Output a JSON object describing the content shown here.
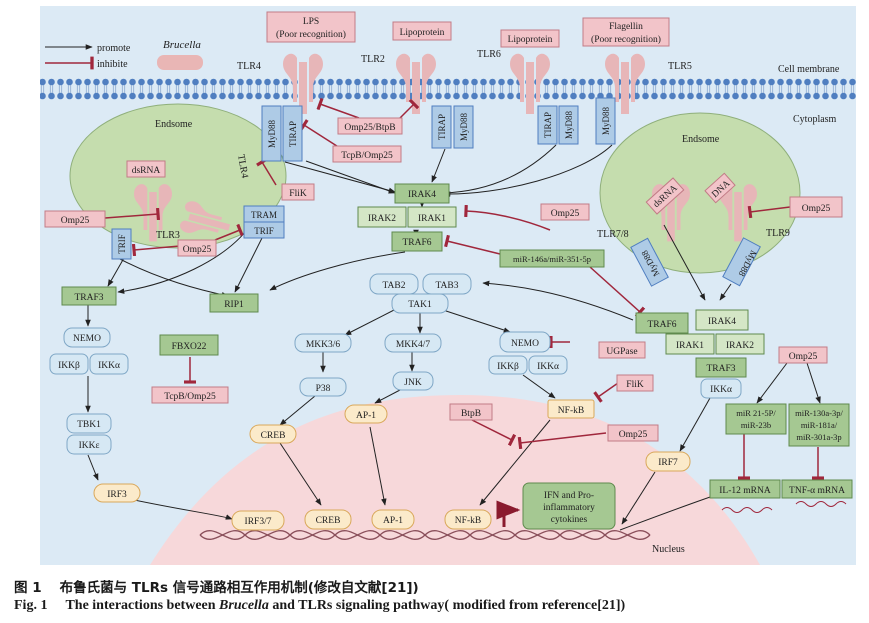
{
  "legend": {
    "promote": "promote",
    "inhibite": "inhibite",
    "brucella": "Brucella"
  },
  "regions": {
    "cell_membrane": "Cell membrane",
    "cytoplasm": "Cytoplasm",
    "nucleus": "Nucleus",
    "endosome_left": "Endsome",
    "endosome_right": "Endsome"
  },
  "receptors": {
    "tlr4": "TLR4",
    "tlr2": "TLR2",
    "tlr6": "TLR6",
    "tlr5": "TLR5",
    "tlr3": "TLR3",
    "tlr4_endo": "TLR4",
    "tlr78": "TLR7/8",
    "tlr9": "TLR9"
  },
  "ligands": {
    "lps_1": "LPS",
    "lps_2": "(Poor recognition)",
    "lipoprotein_1": "Lipoprotein",
    "lipoprotein_2": "Lipoprotein",
    "flagellin_1": "Flagellin",
    "flagellin_2": "(Poor recognition)",
    "dsrna_left": "dsRNA",
    "dsrna_right": "dsRNA",
    "dna": "DNA"
  },
  "adaptors": {
    "myd88_a": "MyD88",
    "tirap_a": "TIRAP",
    "tirap_b": "TIRAP",
    "myd88_b": "MyD88",
    "tirap_c": "TIRAP",
    "myd88_c": "MyD88",
    "myd88_d": "MyD88",
    "tram": "TRAM",
    "trif_a": "TRIF",
    "trif_b": "TRIF",
    "myd88_e": "MyD88",
    "myd88_f": "MyD88"
  },
  "inhibitors": {
    "omp25_btpb": "Omp25/BtpB",
    "tcpb_omp25_top": "TcpB/Omp25",
    "flik_top": "FliK",
    "omp25_left": "Omp25",
    "omp25_trif": "Omp25",
    "omp25_mirna": "Omp25",
    "omp25_right": "Omp25",
    "tcpb_omp25_mid": "TcpB/Omp25",
    "ugpase": "UGPase",
    "flik_mid": "FliK",
    "btpb": "BtpB",
    "omp25_nfkb": "Omp25",
    "omp25_far_right": "Omp25"
  },
  "nodes": {
    "irak4": "IRAK4",
    "irak2": "IRAK2",
    "irak1": "IRAK1",
    "traf6": "TRAF6",
    "mirna_146": "miR-146a/miR-351-5p",
    "traf3": "TRAF3",
    "rip1": "RIP1",
    "tab2": "TAB2",
    "tab3": "TAB3",
    "tak1": "TAK1",
    "mkk36": "MKK3/6",
    "mkk47": "MKK4/7",
    "nemo_mid": "NEMO",
    "ikkb_mid": "IKKβ",
    "ikka_mid": "IKKα",
    "p38": "P38",
    "jnk": "JNK",
    "creb": "CREB",
    "ap1": "AP-1",
    "nfkb": "NF-kB",
    "nemo_left": "NEMO",
    "ikkb_left": "IKKβ",
    "ikka_left": "IKKα",
    "tbk1": "TBK1",
    "ikke": "IKKε",
    "irf3": "IRF3",
    "fbxo22": "FBXO22",
    "traf6_r": "TRAF6",
    "irak4_r": "IRAK4",
    "irak1_r": "IRAK1",
    "irak2_r": "IRAK2",
    "traf3_r": "TRAF3",
    "ikka_r": "IKKα",
    "irf7": "IRF7",
    "mir21": "miR 21-5P/",
    "mir21b": "miR-23b",
    "mir130a": "miR-130a-3p/",
    "mir130b": "miR-181a/",
    "mir130c": "miR-301a-3p",
    "il12": "IL-12 mRNA",
    "tnfa": "TNF-α mRNA",
    "irf37_n": "IRF3/7",
    "creb_n": "CREB",
    "ap1_n": "AP-1",
    "nfkb_n": "NF-kB",
    "ifn1": "IFN and Pro-",
    "ifn2": "inflammatory",
    "ifn3": "cytokines"
  },
  "caption": {
    "cn_num": "图 1",
    "cn_text": "布鲁氏菌与 TLRs 信号通路相互作用机制(修改自文献[21])",
    "en_num": "Fig. 1",
    "en_pre": "The interactions between",
    "en_em": "Brucella",
    "en_post": "and TLRs signaling pathway( modified from reference[21])"
  },
  "colors": {
    "cytoplasm": "#dceaf5",
    "endosome": "#c5ddae",
    "pink": "#f2c4c9",
    "green": "#a5c892",
    "blue": "#aecbe6",
    "yellow": "#fbeaca",
    "inhibit": "#a0273c",
    "membrane": "#4f7ec0"
  }
}
